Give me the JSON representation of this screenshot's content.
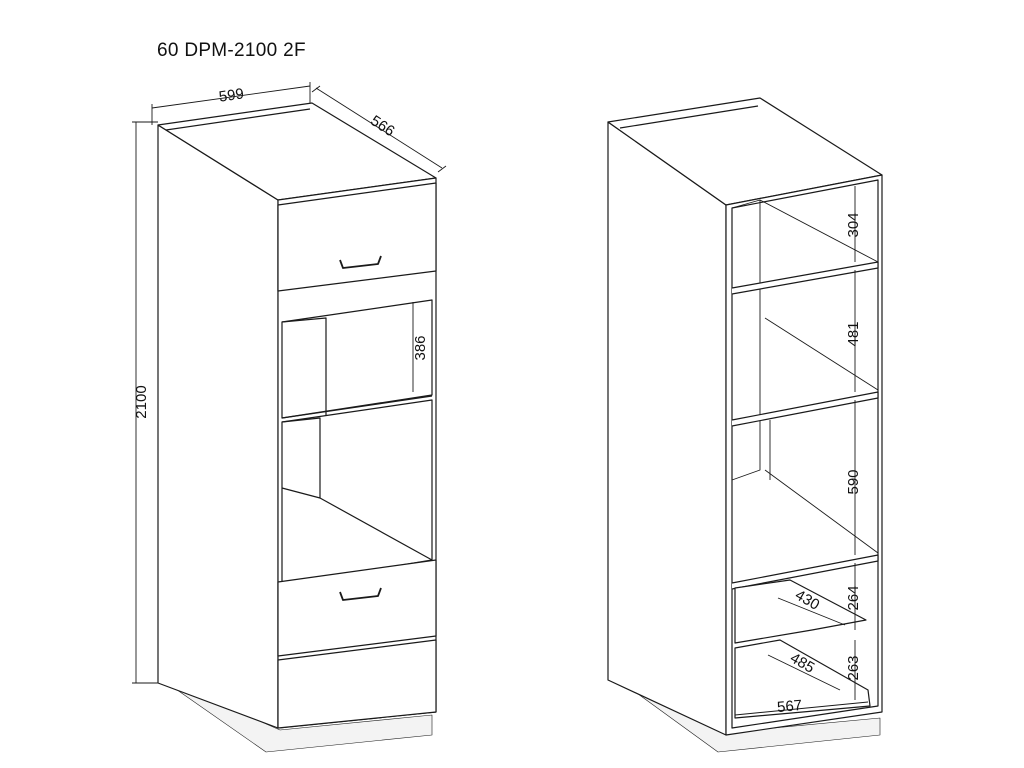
{
  "title": "60 DPM-2100 2F",
  "left_view": {
    "dimensions": {
      "width": "599",
      "depth": "566",
      "height": "2100",
      "oven_niche_upper": "386"
    }
  },
  "right_view": {
    "dimensions": {
      "shelf_1": "304",
      "shelf_2": "481",
      "shelf_3": "590",
      "shelf_4": "264",
      "shelf_5": "263",
      "drawer_inner_a": "430",
      "drawer_inner_b": "485",
      "inner_width": "567"
    }
  },
  "colors": {
    "line": "#1a1a1a",
    "cabinet_fill": "#ffffff",
    "shadow_fill": "#f3f3f3"
  }
}
